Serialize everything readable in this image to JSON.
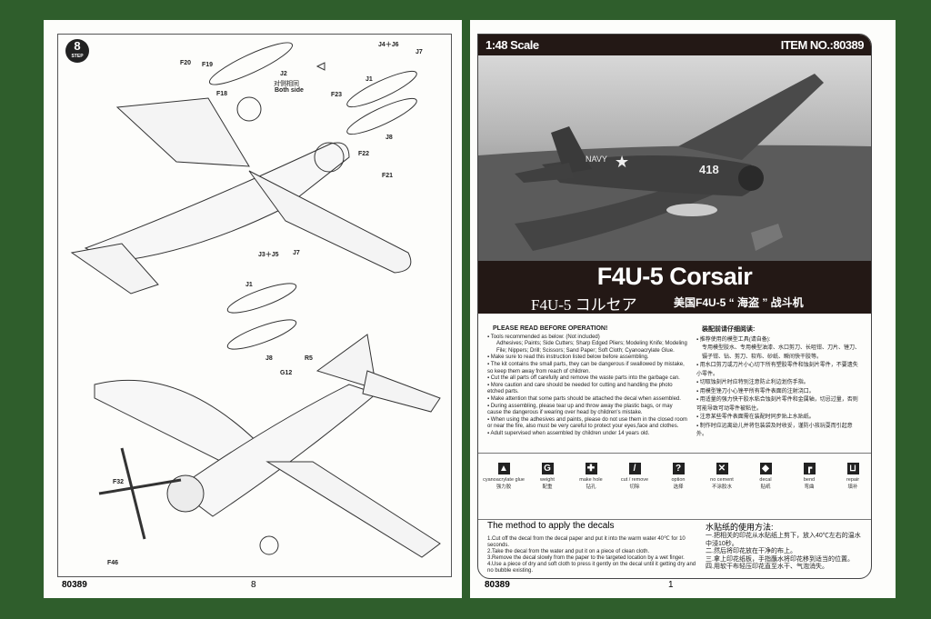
{
  "left_page": {
    "step_badge": "STEP",
    "step_number": "8",
    "labels": {
      "f20": "F20",
      "f19": "F19",
      "f18": "F18",
      "j2": "J2",
      "j2_cn": "对侧相同",
      "j2_en": "Both side",
      "j4j6": "J4＋J6",
      "j7a": "J7",
      "j1a": "J1",
      "j8a": "J8",
      "f23": "F23",
      "f22": "F22",
      "f21": "F21",
      "j3j5": "J3＋J5",
      "j7b": "J7",
      "j1b": "J1",
      "j8b": "J8",
      "g12": "G12",
      "r5": "R5",
      "f32": "F32",
      "f46": "F46"
    },
    "footer_code": "80389",
    "page_number": "8"
  },
  "right_page": {
    "scale": "1:48 Scale",
    "item_no": "ITEM NO.:80389",
    "title": "F4U-5 Corsair",
    "subtitle_jp": "F4U-5 コルセア",
    "subtitle_cn": "美国F4U-5 “ 海盗 ” 战斗机",
    "photo_markings": {
      "navy": "NAVY",
      "number": "418"
    },
    "warnings_en": {
      "heading": "PLEASE READ BEFORE OPERATION!",
      "items": [
        "Tools recommended as below:   (Not included)",
        "Adhesives; Paints; Side Cutters; Sharp Edged Pliers; Modeling Knife; Modeling File; Nippers; Drill; Scissors; Sand Paper; Soft Cloth; Cyanoacrylate Glue.",
        "Make sure to read this instruction listed below before assembling.",
        "The kit contains the small parts, they can be dangerous if swallowed by mistake, so keep them away from reach of   children.",
        "Cut the all parts off carefully and remove the waste parts into the garbage can.",
        "More caution and care should be needed for cutting and handling the photo etched parts.",
        "Make attention that some parts should be attached the decal when assembled.",
        "During assembling, please tear up and throw away the plastic bags, or may cause the dangerous if wearing over head by children's mistake.",
        "When using the adhesives and paints, please do not use them in the closed room or near the fire, also must be very careful to protect your eyes,face and clothes.",
        "Adult supervised when assembled by children under 14 years old."
      ]
    },
    "warnings_cn": {
      "heading": "装配前请仔细阅读:",
      "items": [
        "推荐使用的模型工具(请自备):",
        "专用模型胶水、专用模型油漆、水口剪刀、长咀钳、刀片、锉刀、镊子钳、钻、剪刀、软布、砂纸、瞬间快干胶等。",
        "用水口剪刀或刀片小心切下所有塑胶零件和蚀刻片零件，不要遗失小零件。",
        "切取蚀刻片时应特别注意防止利边划伤手指。",
        "用模型锉刀小心锉平所有零件表面的注射浇口。",
        "用适量的强力快干胶水粘合蚀刻片零件和金属轴，切忌过量，否则可能导致可动零件被粘住。",
        "注意某些零件表面需在装配时同步贴上水贴纸。",
        "制作时应远离幼儿并将包装袋及时收妥，谨防小孩玩耍而引起意外。"
      ]
    },
    "icons": [
      {
        "icon": "cyanoacrylate-glue",
        "en": "cyanoacrylate glue",
        "cn": "强力胶",
        "glyph": "▲"
      },
      {
        "icon": "weight",
        "en": "weight",
        "cn": "配重",
        "glyph": "G"
      },
      {
        "icon": "make-hole",
        "en": "make hole",
        "cn": "钻孔",
        "glyph": "✚"
      },
      {
        "icon": "cut-remove",
        "en": "cut / remove",
        "cn": "切除",
        "glyph": "/"
      },
      {
        "icon": "option",
        "en": "option",
        "cn": "选择",
        "glyph": "?"
      },
      {
        "icon": "no-cement",
        "en": "no cement",
        "cn": "不涂胶水",
        "glyph": "✕"
      },
      {
        "icon": "decal",
        "en": "decal",
        "cn": "贴纸",
        "glyph": "◆"
      },
      {
        "icon": "bend",
        "en": "bend",
        "cn": "弯曲",
        "glyph": "┏"
      },
      {
        "icon": "repair",
        "en": "repair",
        "cn": "填补",
        "glyph": "⊔"
      }
    ],
    "decals": {
      "title_en": "The method to apply the decals",
      "steps_en": [
        "1.Cut off the decal from the decal paper and put it into the warm water 40℃ for 10 seconds.",
        "2.Take the decal from the water and put it on a piece of clean cloth.",
        "3.Remove the decal slowly from the paper to the targeted location by a wet finger.",
        "4.Use a piece of dry and soft cloth to press it gently on the decal until it  getting dry and no bubble existing."
      ],
      "title_cn": "水贴纸的使用方法:",
      "steps_cn": [
        "一.把相关的印花从水贴纸上剪下，放入40℃左右的温水中浸10秒。",
        "二.然后将印花放在干净的布上。",
        "三.拿上印花纸板，手指蘸水将印花移到适当的位置。",
        "四.用软干布轻压印花直至水干、气泡消失。"
      ]
    },
    "footer_code": "80389",
    "page_number": "1"
  }
}
